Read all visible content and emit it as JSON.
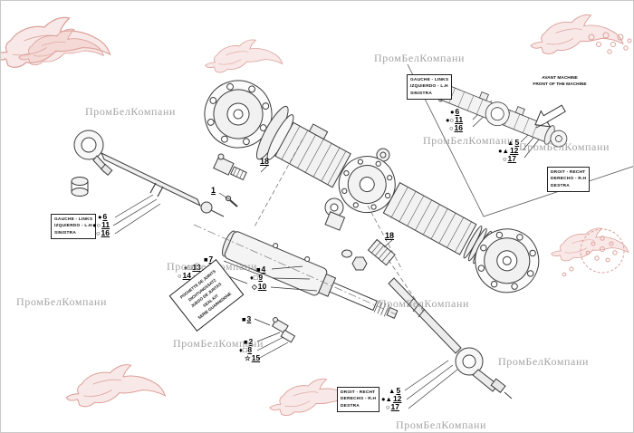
{
  "watermark": {
    "text": "ПромБелКомпани",
    "color": "#9a9a9a"
  },
  "logo": {
    "name": "leaping-horse-stamp",
    "color": "#c0564a"
  },
  "inset": {
    "left_box": {
      "line1": "GAUCHE - LINKS",
      "line2": "IZQUIERDO - L.H",
      "line3": "SINISTRA"
    },
    "right_box": {
      "line1": "DROIT - RECHT",
      "line2": "DERECHO - R.H",
      "line3": "DESTRA"
    },
    "front_label": {
      "line1": "AVANT MACHINE",
      "line2": "FRONT OF THE MACHINE"
    },
    "left_callouts": [
      {
        "symbol": "●",
        "number": "6"
      },
      {
        "symbol": "●○",
        "number": "11"
      },
      {
        "symbol": "○",
        "number": "16"
      }
    ],
    "right_callouts": [
      {
        "symbol": "▲",
        "number": "5"
      },
      {
        "symbol": "●▲",
        "number": "12"
      },
      {
        "symbol": "○",
        "number": "17"
      }
    ]
  },
  "main": {
    "left_box": {
      "line1": "GAUCHE - LINKS",
      "line2": "IZQUIERDO - L.H",
      "line3": "SINISTRA"
    },
    "right_box": {
      "line1": "DROIT - RECHT",
      "line2": "DERECHO - R.H",
      "line3": "DESTRA"
    },
    "left_callouts": [
      {
        "symbol": "●",
        "number": "6"
      },
      {
        "symbol": "●○",
        "number": "11"
      },
      {
        "symbol": "○",
        "number": "16"
      }
    ],
    "right_callouts": [
      {
        "symbol": "▲",
        "number": "5"
      },
      {
        "symbol": "●▲",
        "number": "12"
      },
      {
        "symbol": "○",
        "number": "17"
      }
    ],
    "cluster_a": [
      {
        "symbol": "■",
        "number": "7"
      },
      {
        "symbol": "♦□",
        "number": "13"
      },
      {
        "symbol": "○",
        "number": "14"
      }
    ],
    "cluster_b": [
      {
        "symbol": "■",
        "number": "4"
      },
      {
        "symbol": "♦□",
        "number": "9"
      },
      {
        "symbol": "◇",
        "number": "10"
      }
    ],
    "cluster_c": [
      {
        "symbol": "■",
        "number": "3"
      },
      {
        "symbol": "■",
        "number": "2"
      },
      {
        "symbol": "♦□",
        "number": "8"
      },
      {
        "symbol": "☆",
        "number": "15"
      }
    ],
    "labels": {
      "shaft_top": "18",
      "center_bolt": "1",
      "shaft_right": "18"
    },
    "seal_kit_box": {
      "line1": "POCHETTE DE JOINTS",
      "line2": "DICHTUNGSSATZ",
      "line3": "JUEGO DE JUNTAS",
      "line4": "SEAL KIT",
      "line5": "SERIE GUARNIZIONE"
    }
  }
}
